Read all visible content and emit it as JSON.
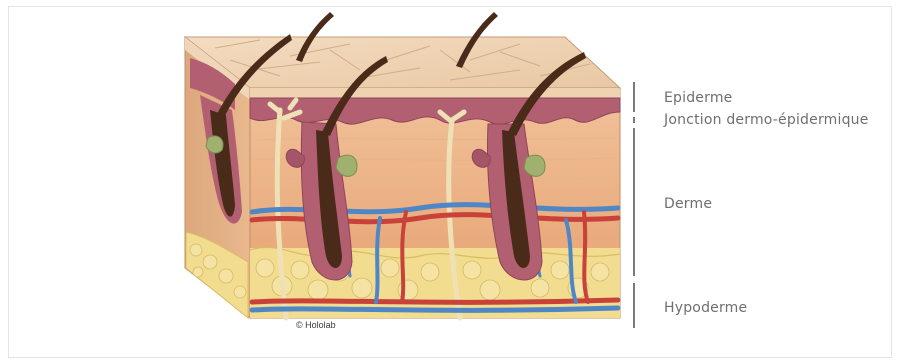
{
  "labels": {
    "epiderme": "Epiderme",
    "jonction": "Jonction dermo-épidermique",
    "derme": "Derme",
    "hypoderme": "Hypoderme"
  },
  "signature": "© Hololab",
  "colors": {
    "epidermis": "#e9c9a8",
    "dermis": "#e9a878",
    "follicle": "#b25a6e",
    "hair": "#4a2b19",
    "fat": "#f2dc8f",
    "artery": "#c8423a",
    "vein": "#4f86c6",
    "nerve": "#efe1b6",
    "bracket": "#7a7a7a"
  }
}
